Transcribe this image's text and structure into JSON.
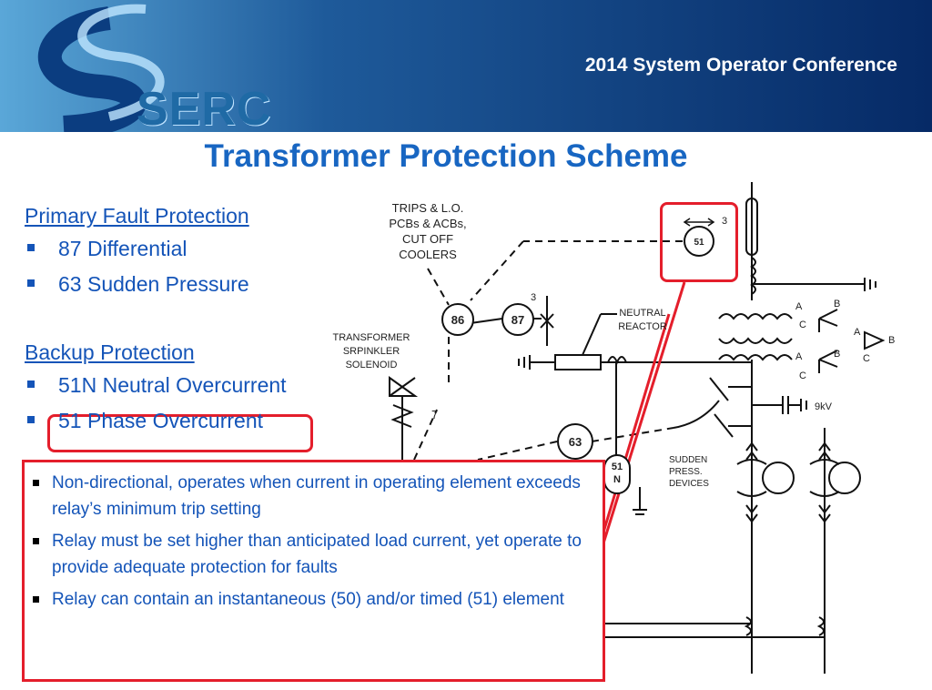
{
  "header": {
    "conference_title": "2014 System Operator Conference",
    "logo_text": "SERC"
  },
  "slide_title": "Transformer Protection Scheme",
  "primary": {
    "heading": "Primary Fault Protection",
    "items": [
      "87 Differential",
      "63 Sudden Pressure"
    ]
  },
  "backup": {
    "heading": "Backup Protection",
    "items": [
      "51N Neutral Overcurrent",
      "51 Phase Overcurrent"
    ]
  },
  "callout": {
    "bullets": [
      "Non-directional, operates when current in operating element exceeds relay’s minimum trip setting",
      "Relay must be set higher than anticipated load current, yet operate to provide adequate protection for faults",
      "Relay can contain an instantaneous (50) and/or timed (51) element"
    ]
  },
  "diagram": {
    "trips_label": [
      "TRIPS & L.O.",
      "PCBs & ACBs,",
      "CUT OFF",
      "COOLERS"
    ],
    "sprinkler_label": [
      "TRANSFORMER",
      "SRPINKLER",
      "SOLENOID"
    ],
    "neutral_label": [
      "NEUTRAL",
      "REACTOR"
    ],
    "sudden_label": [
      "SUDDEN",
      "PRESS.",
      "DEVICES"
    ],
    "relay_86": "86",
    "relay_87": "87",
    "relay_63": "63",
    "relay_51": "51",
    "relay_51n": [
      "51",
      "N"
    ],
    "kv_label": "9kV",
    "phase_a": "A",
    "phase_b": "B",
    "phase_c": "C",
    "count_3": "3",
    "count_7": "7"
  },
  "colors": {
    "header_dark": "#0a3a78",
    "title_blue": "#1866c2",
    "text_blue": "#1454b8",
    "highlight_red": "#e41e2b"
  }
}
